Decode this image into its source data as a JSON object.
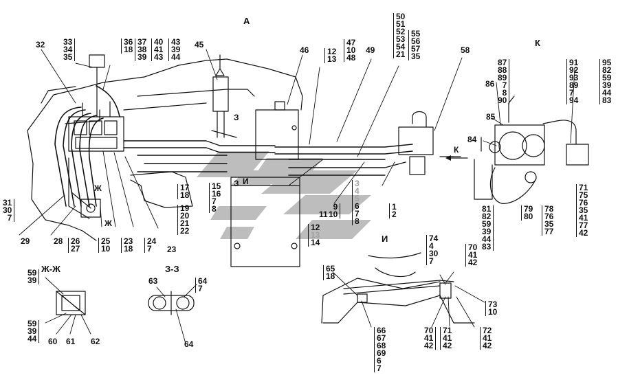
{
  "views": {
    "main": "А",
    "detail_k": "К",
    "section_i": "И",
    "section_zh": "Ж-Ж",
    "section_z": "З-З"
  },
  "markers": {
    "k_arrow": "К",
    "z_top": "З",
    "z_bottom": "З",
    "i_mark": "И",
    "zh_top": "Ж",
    "zh_bottom": "Ж"
  },
  "labels": {
    "l32": "32",
    "l45": "45",
    "l46": "46",
    "l49": "49",
    "l58": "58",
    "l86": "86",
    "l85": "85",
    "l84": "84",
    "l29": "29",
    "l23b": "23",
    "l63": "63",
    "l64b": "64"
  },
  "stacks": {
    "s33": [
      "33",
      "34",
      "35"
    ],
    "s36": [
      "36",
      "18"
    ],
    "s37": [
      "37",
      "38",
      "39"
    ],
    "s40": [
      "40",
      "41",
      "43"
    ],
    "s43": [
      "43",
      "39",
      "44"
    ],
    "s12a": [
      "12",
      "13"
    ],
    "s47": [
      "47",
      "10",
      "48"
    ],
    "s50": [
      "50",
      "51",
      "52",
      "53",
      "54",
      "21"
    ],
    "s55": [
      "55",
      "56",
      "57",
      "35"
    ],
    "s87": [
      "87",
      "88",
      "89",
      "7",
      "8",
      "90"
    ],
    "s91": [
      "91",
      "92",
      "93",
      "89",
      "7",
      "94"
    ],
    "s95": [
      "95",
      "82",
      "59",
      "39",
      "44",
      "83"
    ],
    "s31": [
      "31",
      "30",
      "7"
    ],
    "s26": [
      "26",
      "27"
    ],
    "s25": [
      "25",
      "10"
    ],
    "s23": [
      "23",
      "18"
    ],
    "s24": [
      "24",
      "7"
    ],
    "s17": [
      "17",
      "18"
    ],
    "s19": [
      "19",
      "20",
      "21",
      "22"
    ],
    "s15": [
      "15",
      "16",
      "7",
      "8"
    ],
    "s9": [
      "9",
      "10"
    ],
    "s3": [
      "3",
      "4",
      "5",
      "6",
      "7",
      "8"
    ],
    "s1": [
      "1",
      "2"
    ],
    "s12b": [
      "12",
      "13",
      "14"
    ],
    "s81": [
      "81",
      "82",
      "59",
      "39",
      "44",
      "83"
    ],
    "s79": [
      "79",
      "80"
    ],
    "s78": [
      "78",
      "76",
      "35",
      "77"
    ],
    "s71": [
      "71",
      "75",
      "76",
      "35",
      "41",
      "77",
      "42"
    ],
    "s74": [
      "74",
      "4",
      "30",
      "7"
    ],
    "s70a": [
      "70",
      "41",
      "42"
    ],
    "s65": [
      "65",
      "18"
    ],
    "s73": [
      "73",
      "10"
    ],
    "s66": [
      "66",
      "67",
      "68",
      "69",
      "6",
      "7"
    ],
    "s70b": [
      "70",
      "41",
      "42"
    ],
    "s71b": [
      "71",
      "41",
      "42"
    ],
    "s72": [
      "72",
      "41",
      "42"
    ],
    "s59a": [
      "59",
      "39"
    ],
    "s59b": [
      "59",
      "39",
      "44"
    ],
    "s64": [
      "64",
      "7"
    ]
  },
  "single_labels": {
    "l11": "11",
    "l28": "28",
    "l60": "60",
    "l61": "61",
    "l62": "62"
  }
}
